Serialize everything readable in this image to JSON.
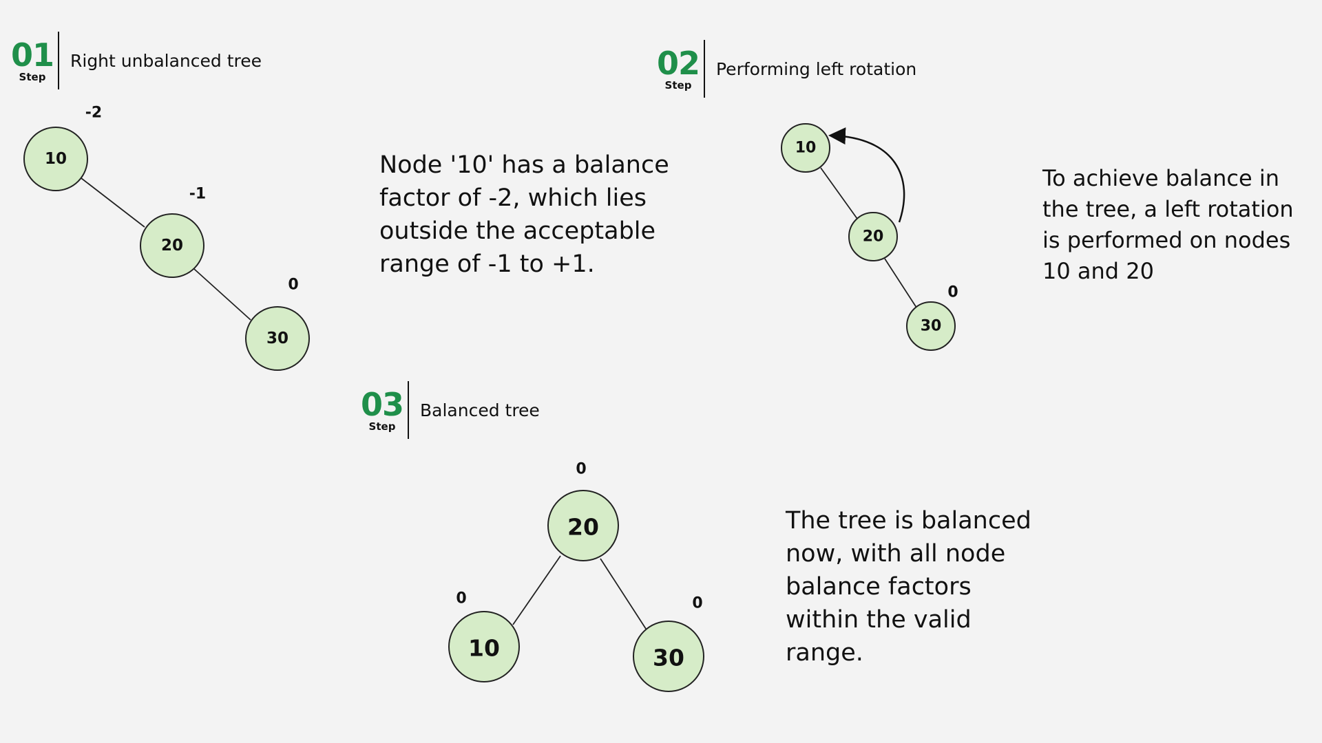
{
  "steps": [
    {
      "number": "01",
      "word": "Step",
      "title": "Right unbalanced tree"
    },
    {
      "number": "02",
      "word": "Step",
      "title": "Performing left rotation"
    },
    {
      "number": "03",
      "word": "Step",
      "title": "Balanced tree"
    }
  ],
  "descriptions": {
    "step1": "Node '10' has a balance factor of -2, which lies outside the acceptable range of -1 to +1.",
    "step2": "To achieve balance in the tree, a left rotation is performed on nodes 10 and 20",
    "step3": "The tree is balanced now, with all node balance factors within the valid range."
  },
  "trees": {
    "step1": {
      "nodes": [
        {
          "value": "10",
          "balance": "-2"
        },
        {
          "value": "20",
          "balance": "-1"
        },
        {
          "value": "30",
          "balance": "0"
        }
      ]
    },
    "step2": {
      "nodes": [
        {
          "value": "10",
          "balance": ""
        },
        {
          "value": "20",
          "balance": ""
        },
        {
          "value": "30",
          "balance": "0"
        }
      ],
      "rotation_arrow": "left-rotation-arrow"
    },
    "step3": {
      "nodes": [
        {
          "value": "20",
          "balance": "0"
        },
        {
          "value": "10",
          "balance": "0"
        },
        {
          "value": "30",
          "balance": "0"
        }
      ]
    }
  },
  "colors": {
    "background": "#f3f3f3",
    "accent": "#1f8f4a",
    "node_fill": "#d6ecc8",
    "stroke": "#222222"
  }
}
